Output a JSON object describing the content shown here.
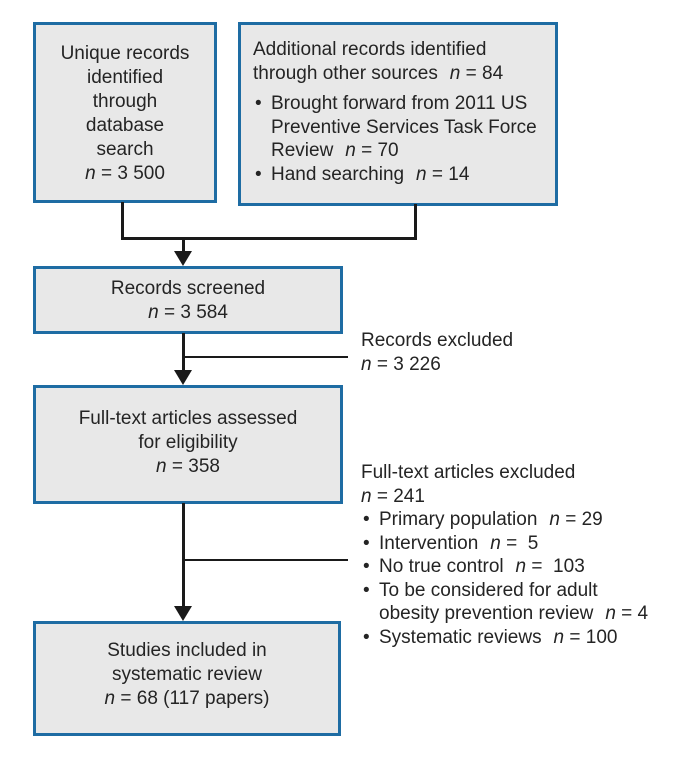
{
  "diagram": {
    "boxes": {
      "unique_records": {
        "lines": [
          "Unique records",
          "identified",
          "through",
          "database",
          "search"
        ],
        "n_var": "n",
        "n_value": "= 3 500"
      },
      "additional_records": {
        "title": "Additional records identified through other sources",
        "n_var": "n",
        "n_value": "= 84",
        "bullets": [
          {
            "text": "Brought forward from 2011 US Preventive Services Task Force Review",
            "n_var": "n",
            "n_value": "= 70"
          },
          {
            "text": "Hand searching",
            "n_var": "n",
            "n_value": "= 14"
          }
        ]
      },
      "records_screened": {
        "title": "Records screened",
        "n_var": "n",
        "n_value": "= 3 584"
      },
      "fulltext_assessed": {
        "line1": "Full-text articles assessed",
        "line2": "for eligibility",
        "n_var": "n",
        "n_value": "= 358"
      },
      "studies_included": {
        "line1": "Studies included in",
        "line2": "systematic review",
        "n_var": "n",
        "n_value": "= 68 (117 papers)"
      }
    },
    "side_notes": {
      "records_excluded": {
        "title": "Records excluded",
        "n_var": "n",
        "n_value": "= 3 226"
      },
      "fulltext_excluded": {
        "title": "Full-text articles excluded",
        "n_var": "n",
        "n_value": "= 241",
        "bullets": [
          {
            "text": "Primary population",
            "n_var": "n",
            "n_value": "= 29"
          },
          {
            "text": "Intervention",
            "n_var": "n",
            "n_value": "=  5"
          },
          {
            "text": "No true control",
            "n_var": "n",
            "n_value": "=  103"
          },
          {
            "text": "To be considered for adult obesity prevention review",
            "n_var": "n",
            "n_value": "= 4"
          },
          {
            "text": "Systematic reviews",
            "n_var": "n",
            "n_value": "= 100"
          }
        ]
      }
    },
    "colors": {
      "box_border": "#1e6ca3",
      "box_fill": "#e8e8e8",
      "line": "#1a1a1a",
      "text": "#242424"
    }
  }
}
